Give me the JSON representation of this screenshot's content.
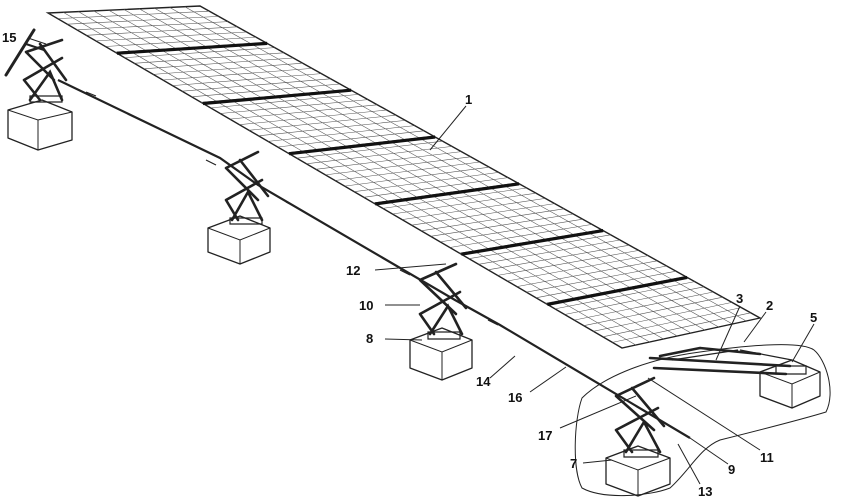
{
  "labels": {
    "n1": "1",
    "n2": "2",
    "n3": "3",
    "n5": "5",
    "n7": "7",
    "n8": "8",
    "n9": "9",
    "n10": "10",
    "n11": "11",
    "n12": "12",
    "n13": "13",
    "n14": "14",
    "n15": "15",
    "n16": "16",
    "n17": "17"
  }
}
